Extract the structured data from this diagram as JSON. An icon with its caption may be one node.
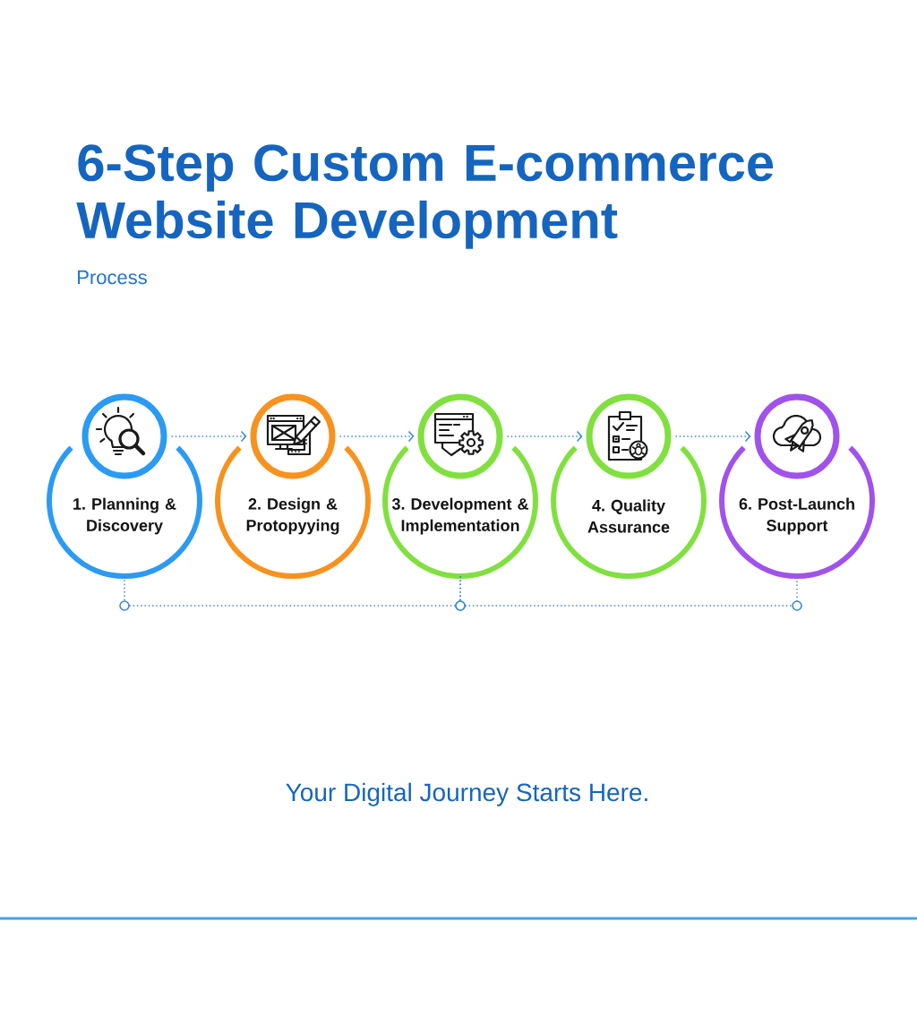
{
  "diagram": {
    "title": "6-Step Custom E-commerce Website Development",
    "nodes": [
      {
        "text": [],
        "shape": "circle"
      },
      {
        "text": [
          "1. Planning & Discovery"
        ]
      },
      {
        "text": [],
        "shape": "circle"
      },
      {
        "text": [
          "2. Design & Protopyying"
        ]
      },
      {
        "text": [],
        "shape": "circle"
      },
      {
        "text": [
          "3. Development & Implementation"
        ]
      },
      {
        "text": [],
        "shape": "circle"
      },
      {
        "text": [
          "4. Quality Assurance"
        ]
      },
      {
        "text": [],
        "shape": "circle"
      },
      {
        "text": [
          "6. Post-Launch Support"
        ]
      }
    ],
    "edges": [
      {
        "from": 0,
        "to": 2,
        "arrow": "to"
      },
      {
        "from": 2,
        "to": 4,
        "arrow": "to"
      },
      {
        "from": 4,
        "to": 6,
        "arrow": "to"
      },
      {
        "from": 6,
        "to": 8,
        "arrow": "to"
      },
      {
        "from": 1,
        "to": 5,
        "arrow": "none"
      },
      {
        "from": 5,
        "to": 9,
        "arrow": "none"
      }
    ],
    "labels": [
      "Process",
      "Your Digital Journey Starts Here."
    ]
  }
}
